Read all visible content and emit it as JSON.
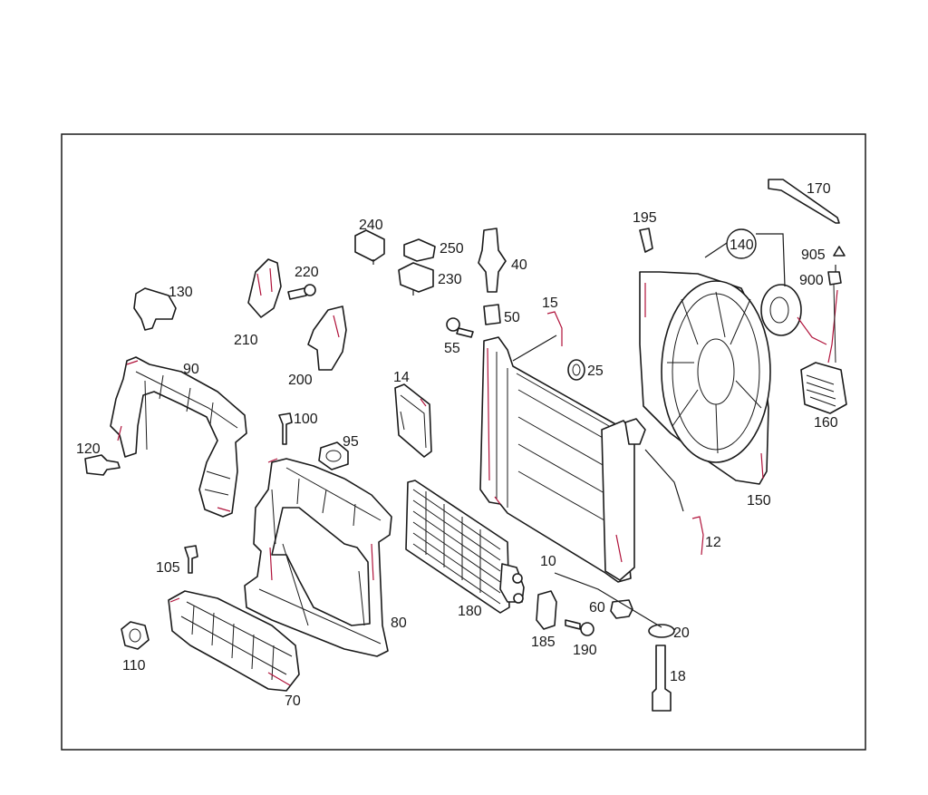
{
  "diagram": {
    "callouts": {
      "p10": "10",
      "p12": "12",
      "p14": "14",
      "p15": "15",
      "p18": "18",
      "p20": "20",
      "p25": "25",
      "p40": "40",
      "p50": "50",
      "p55": "55",
      "p60": "60",
      "p70": "70",
      "p80": "80",
      "p90": "90",
      "p95": "95",
      "p100": "100",
      "p105": "105",
      "p110": "110",
      "p120": "120",
      "p130": "130",
      "p140": "140",
      "p150": "150",
      "p160": "160",
      "p170": "170",
      "p180": "180",
      "p185": "185",
      "p190": "190",
      "p195": "195",
      "p200": "200",
      "p210": "210",
      "p220": "220",
      "p230": "230",
      "p240": "240",
      "p250": "250",
      "p900": "900",
      "p905": "905"
    }
  }
}
